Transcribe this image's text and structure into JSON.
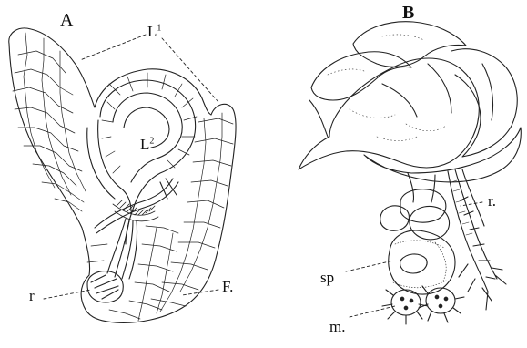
{
  "figure": {
    "panel_a": {
      "label": "A",
      "parts": {
        "leaf_1": {
          "base": "L",
          "sup": "1"
        },
        "leaf_2": {
          "base": "L",
          "sup": "2"
        },
        "root": "r",
        "foot": "F."
      }
    },
    "panel_b": {
      "label": "B",
      "parts": {
        "root": "r.",
        "sporophyte": "sp",
        "mites": "m."
      }
    }
  }
}
